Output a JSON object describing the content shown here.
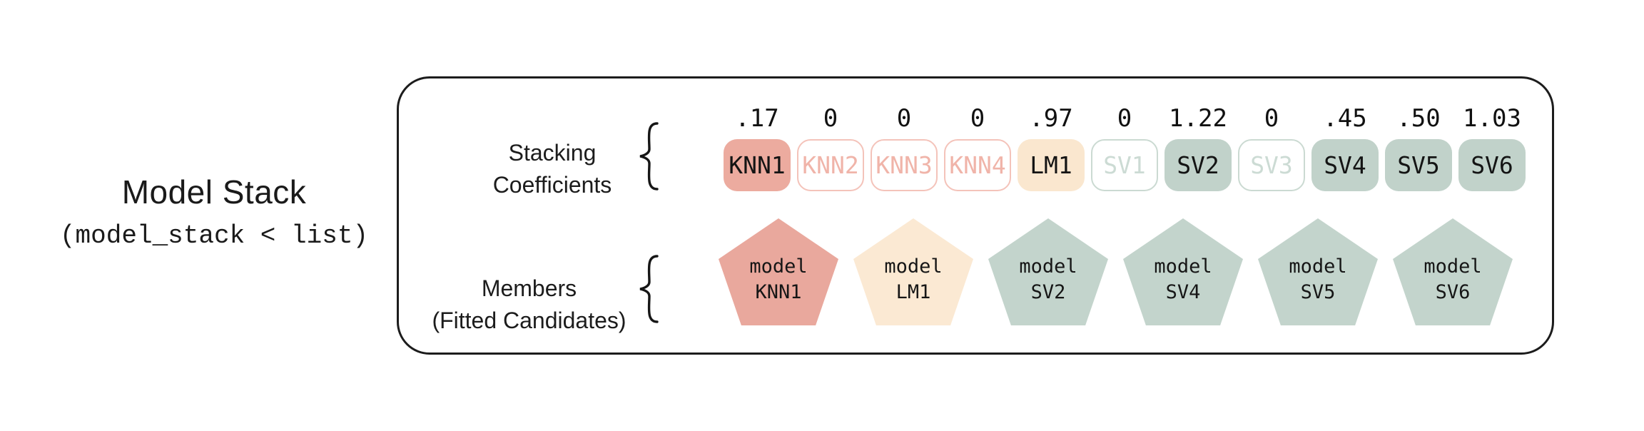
{
  "left_panel": {
    "title": "Model Stack",
    "code": "(model_stack < list)"
  },
  "stack_box": {
    "coefficients_row": {
      "label_line1": "Stacking",
      "label_line2": "Coefficients",
      "items": [
        {
          "label": "KNN1",
          "value": ".17",
          "style": "salmon-filled"
        },
        {
          "label": "KNN2",
          "value": "0",
          "style": "pink-outline"
        },
        {
          "label": "KNN3",
          "value": "0",
          "style": "pink-outline"
        },
        {
          "label": "KNN4",
          "value": "0",
          "style": "pink-outline"
        },
        {
          "label": "LM1",
          "value": ".97",
          "style": "cream-filled"
        },
        {
          "label": "SV1",
          "value": "0",
          "style": "teal-outline"
        },
        {
          "label": "SV2",
          "value": "1.22",
          "style": "teal-filled"
        },
        {
          "label": "SV3",
          "value": "0",
          "style": "teal-outline"
        },
        {
          "label": "SV4",
          "value": ".45",
          "style": "teal-filled"
        },
        {
          "label": "SV5",
          "value": ".50",
          "style": "teal-filled"
        },
        {
          "label": "SV6",
          "value": "1.03",
          "style": "teal-filled"
        }
      ]
    },
    "members_row": {
      "label_line1": "Members",
      "label_line2": "(Fitted Candidates)",
      "items": [
        {
          "line1": "model",
          "line2": "KNN1",
          "style": "salmon"
        },
        {
          "line1": "model",
          "line2": "LM1",
          "style": "cream"
        },
        {
          "line1": "model",
          "line2": "SV2",
          "style": "teal"
        },
        {
          "line1": "model",
          "line2": "SV4",
          "style": "teal"
        },
        {
          "line1": "model",
          "line2": "SV5",
          "style": "teal"
        },
        {
          "line1": "model",
          "line2": "SV6",
          "style": "teal"
        }
      ]
    }
  },
  "palette": {
    "ink": "#1c1c1c",
    "salmon_fill": "#ecab9f",
    "pink_outline": "#f4c3ba",
    "pink_text": "#f0b4a9",
    "cream_fill": "#fae7cf",
    "teal_fill": "#c1d2ca",
    "teal_outline": "#cbdad2",
    "pentagon_salmon": "#e9a89d",
    "pentagon_cream": "#fbe9d3",
    "pentagon_teal": "#c3d4cc"
  }
}
